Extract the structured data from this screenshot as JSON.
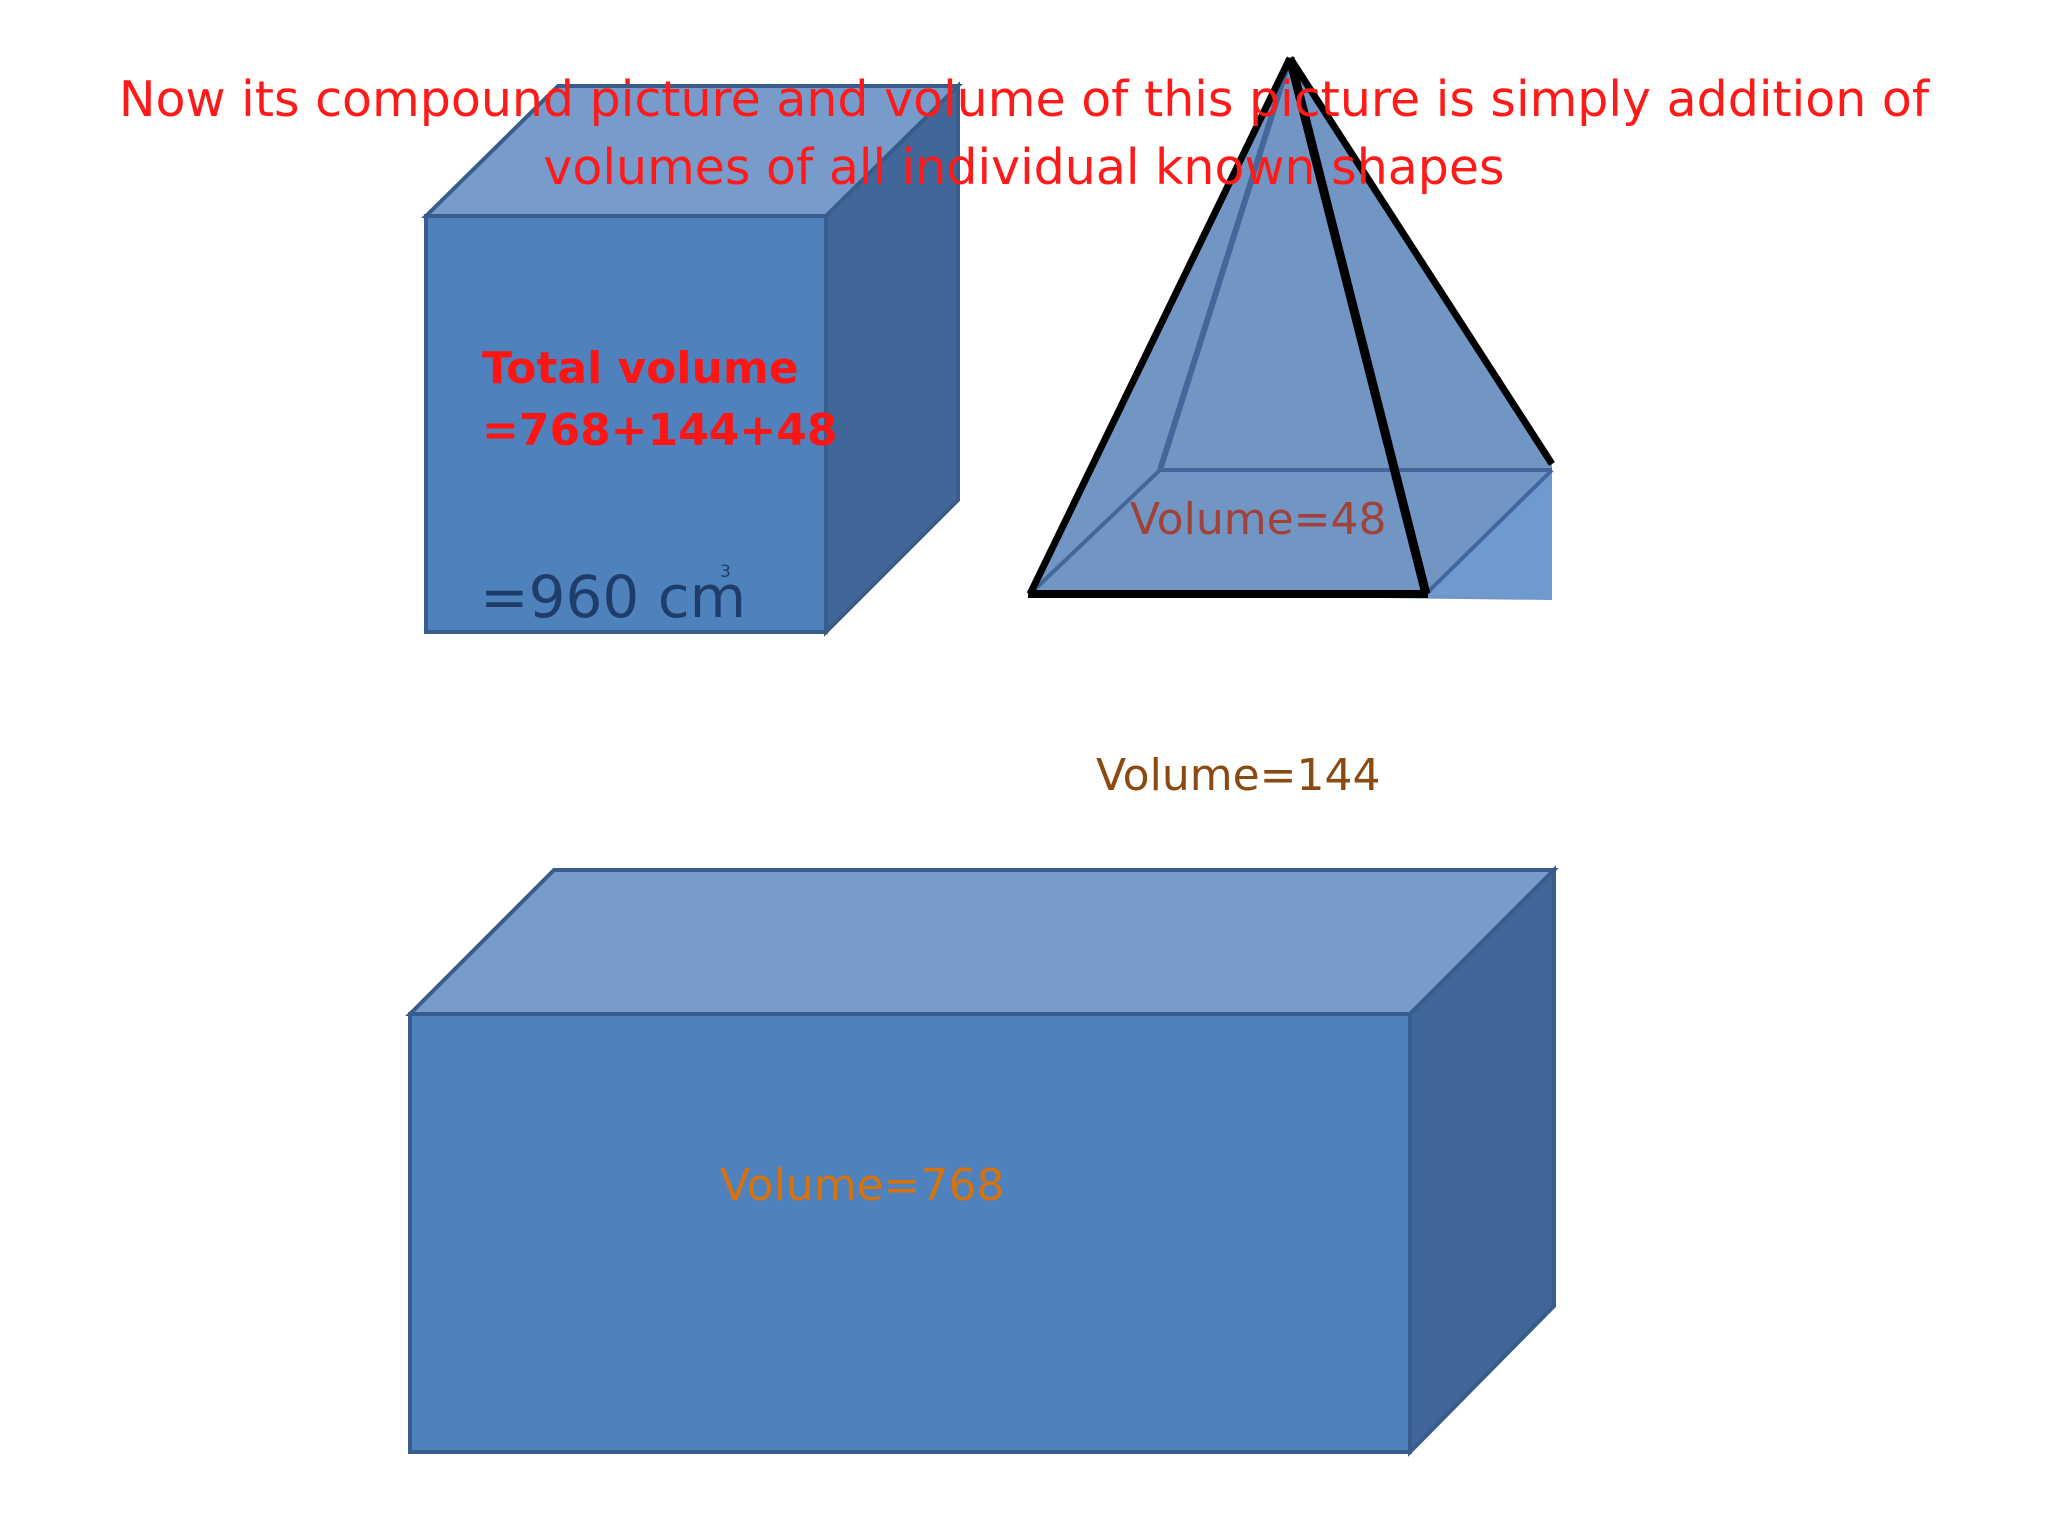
{
  "title": "Now its compound picture and volume of this picture is simply addition of volumes of all individual known shapes",
  "total": {
    "line1": "Total volume",
    "line2": "=768+144+48",
    "result": "=960 cm",
    "superscript": "3"
  },
  "labels": {
    "pyramid": "Volume=48",
    "middle": "Volume=144",
    "cuboid": "Volume=768"
  },
  "colors": {
    "title": "#ff1a1a",
    "shape_front": "#4f81bd",
    "shape_side": "#41679a",
    "shape_top": "#779bcb",
    "outline": "#385d8a",
    "pyramid_fill": "#7296c4",
    "pyramid_edge": "#000000"
  }
}
